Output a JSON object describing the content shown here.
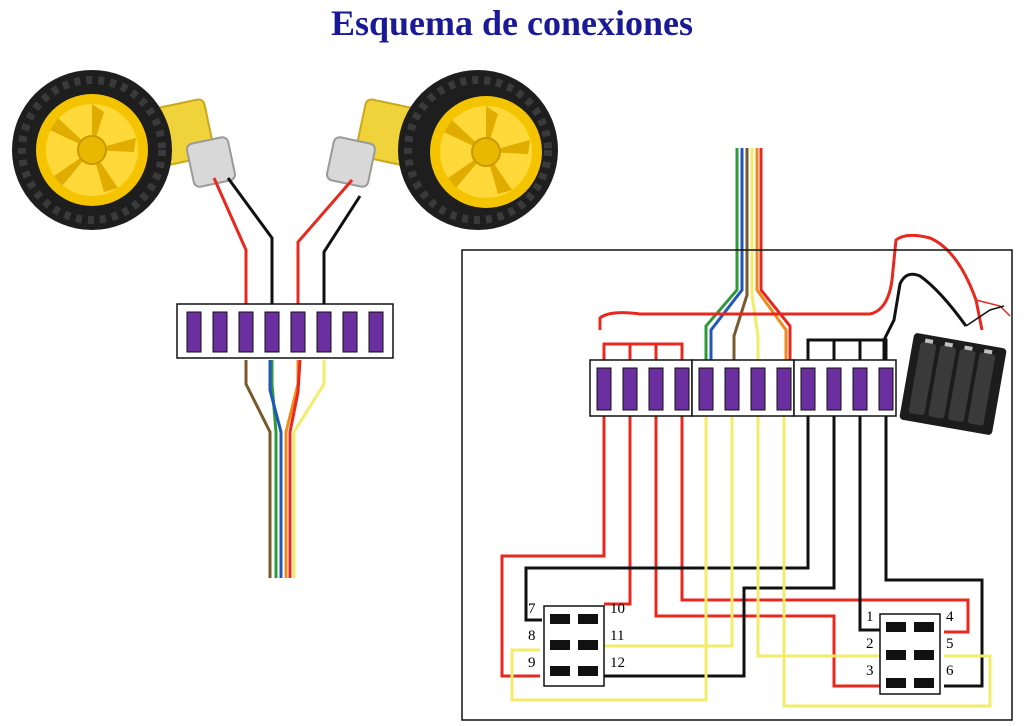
{
  "title": "Esquema de conexiones",
  "colors": {
    "title": "#1a1a96",
    "wire_red": "#e8281e",
    "wire_black": "#111111",
    "wire_yellow": "#f2ec6a",
    "wire_brown": "#7a5a2c",
    "wire_green": "#2f9a3a",
    "wire_blue": "#2057b8",
    "wire_orange": "#ef8a1c",
    "pin_fill": "#6b2fa0",
    "wheel_rim": "#f5c400",
    "tire": "#1e1e1e",
    "motor": "#f0d23a"
  },
  "components": {
    "left_motor": "motor-wheel",
    "right_motor": "motor-wheel",
    "battery": "battery-holder"
  },
  "switch_left": {
    "pins": [
      "7",
      "8",
      "9",
      "10",
      "11",
      "12"
    ]
  },
  "switch_right": {
    "pins": [
      "1",
      "2",
      "3",
      "4",
      "5",
      "6"
    ]
  }
}
